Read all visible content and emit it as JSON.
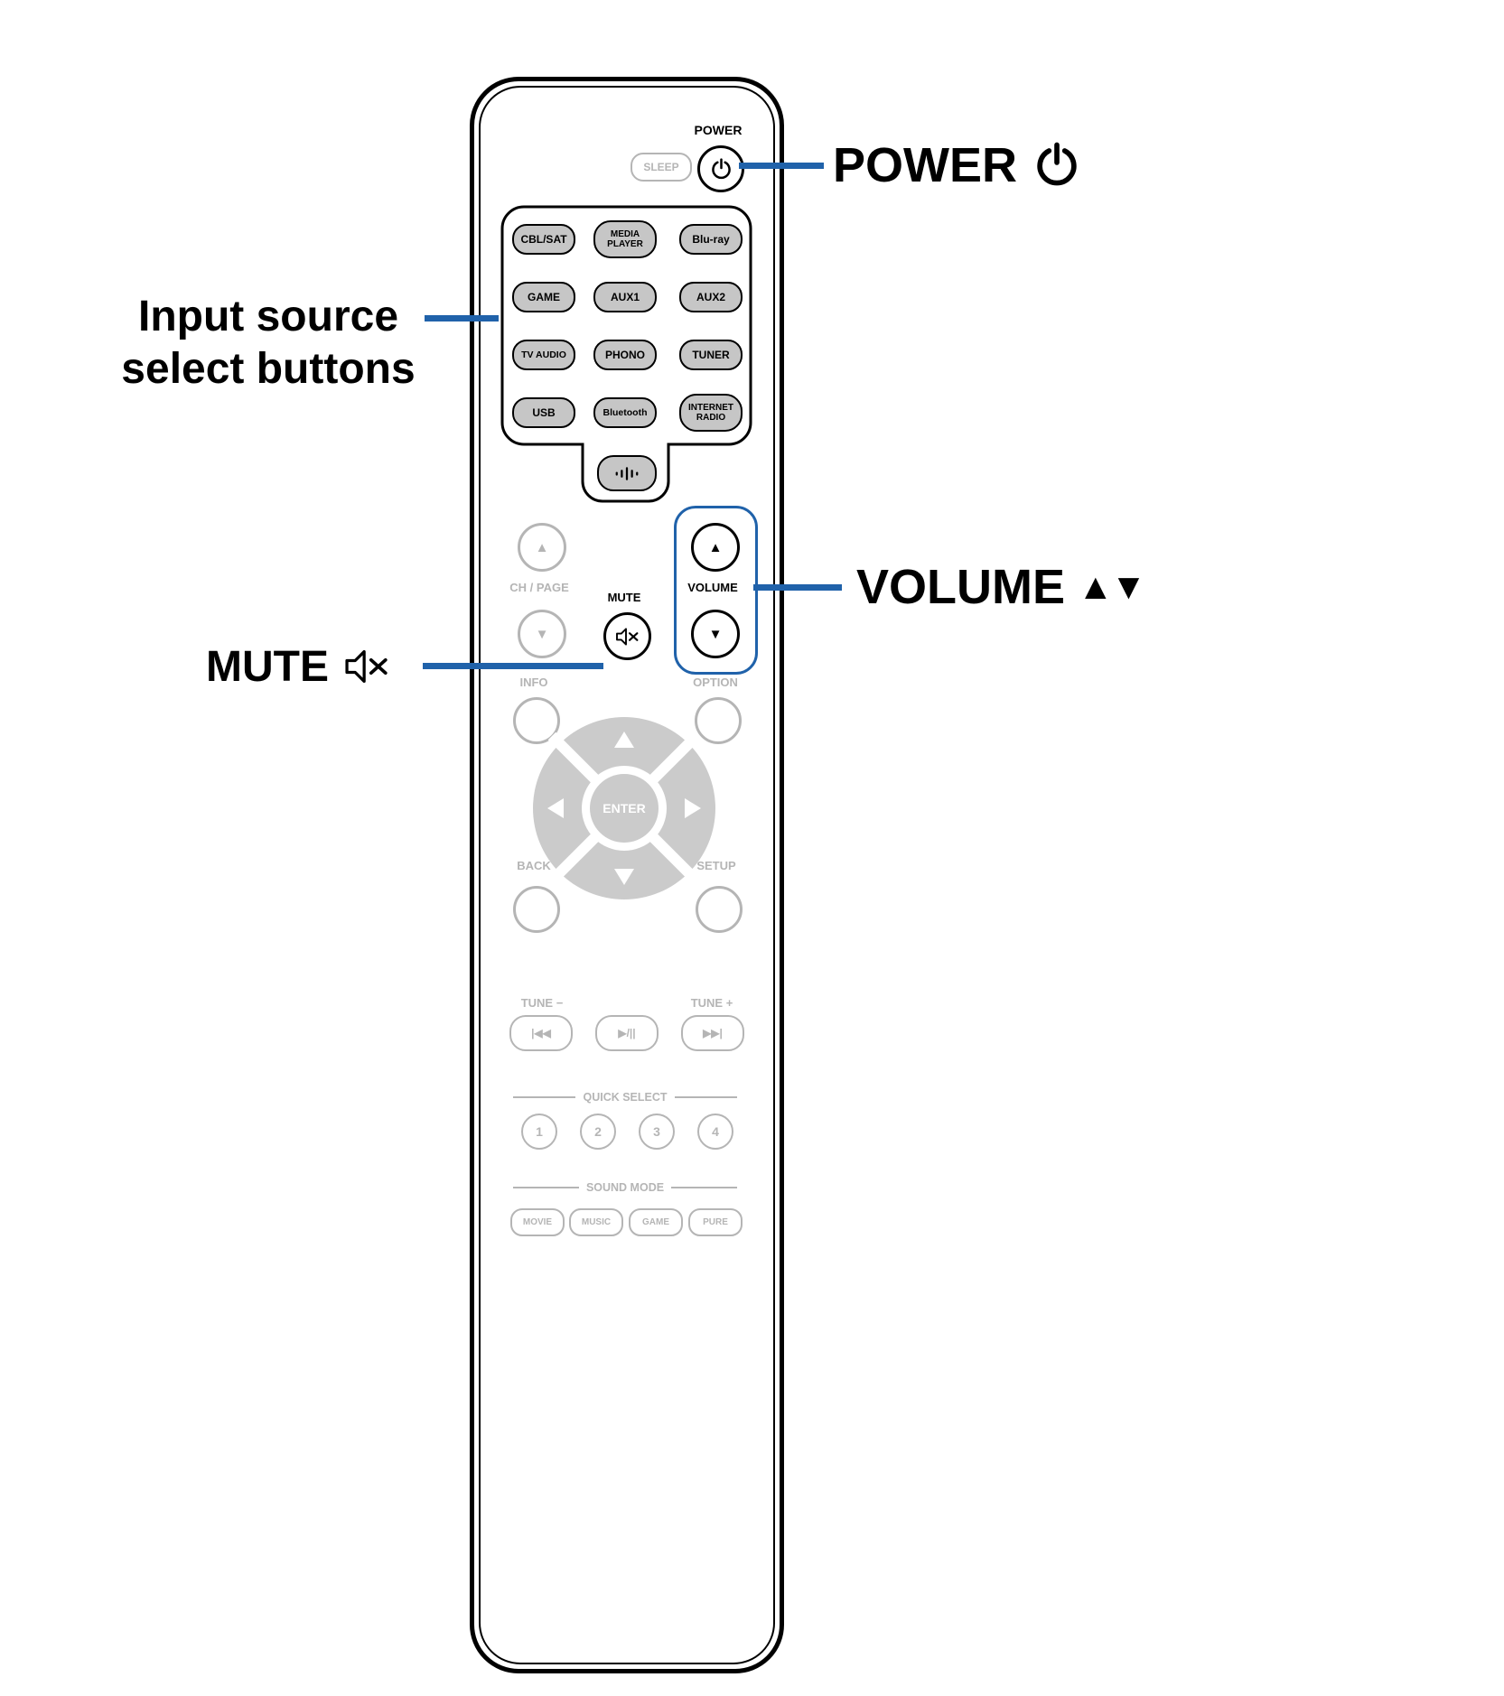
{
  "colors": {
    "accent": "#2062aa",
    "inactive_gray": "#b5b5b5",
    "button_fill": "#c6c6c6",
    "dpad_fill": "#cbcbcb"
  },
  "callouts": {
    "power": "POWER",
    "input_line1": "Input source",
    "input_line2": "select buttons",
    "mute": "MUTE",
    "volume": "VOLUME",
    "volume_arrows": "▲▼"
  },
  "remote": {
    "sleep": "SLEEP",
    "power_label": "POWER",
    "input_buttons": [
      "CBL/SAT",
      "MEDIA\nPLAYER",
      "Blu-ray",
      "GAME",
      "AUX1",
      "AUX2",
      "TV AUDIO",
      "PHONO",
      "TUNER",
      "USB",
      "Bluetooth",
      "INTERNET\nRADIO"
    ],
    "ch_page_label": "CH / PAGE",
    "volume_label": "VOLUME",
    "mute_label": "MUTE",
    "up_arrow": "▲",
    "down_arrow": "▼",
    "info_label": "INFO",
    "option_label": "OPTION",
    "enter_label": "ENTER",
    "back_label": "BACK",
    "setup_label": "SETUP",
    "tune_minus": "TUNE −",
    "tune_plus": "TUNE +",
    "transport": [
      "|◀◀",
      "▶/||",
      "▶▶|"
    ],
    "quick_select_title": "QUICK SELECT",
    "quick_select_buttons": [
      "1",
      "2",
      "3",
      "4"
    ],
    "sound_mode_title": "SOUND MODE",
    "sound_mode_buttons": [
      "MOVIE",
      "MUSIC",
      "GAME",
      "PURE"
    ]
  }
}
